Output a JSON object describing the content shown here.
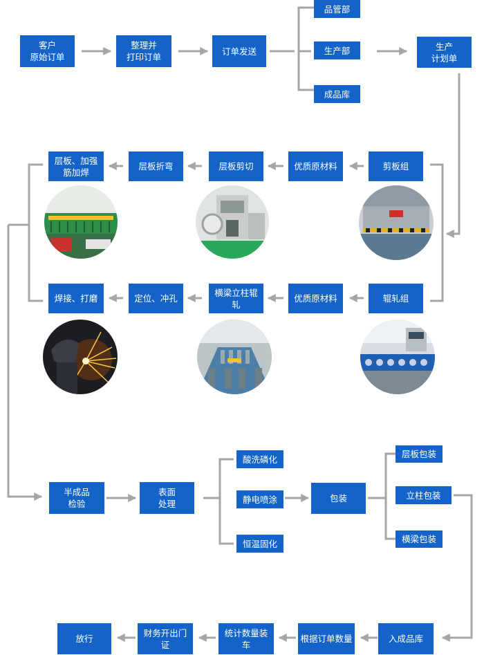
{
  "colors": {
    "box": "#1463c8",
    "box_text": "#ffffff",
    "connector": "#a6a6a6",
    "background": "#ffffff"
  },
  "boxes": {
    "customer_order": "客户\n原始订单",
    "sort_print": "整理并\n打印订单",
    "order_send": "订单发送",
    "qa_dept": "品管部",
    "production_dept": "生产部",
    "finished_store": "成品库",
    "production_plan": "生产\n计划单",
    "shear_group": "剪板组",
    "material_1": "优质原材料",
    "plate_shear": "层板剪切",
    "plate_bend": "层板折弯",
    "plate_weld": "层板、加强\n筋加焊",
    "roll_group": "辊轧组",
    "material_2": "优质原材料",
    "beam_roll": "横梁立柱辊轧",
    "position_punch": "定位、冲孔",
    "weld_grind": "焊接、打磨",
    "semi_inspect": "半成品\n检验",
    "surface": "表面\n处理",
    "pickling": "酸洗磷化",
    "spray": "静电喷涂",
    "curing": "恒温固化",
    "pack": "包装",
    "pack_plate": "层板包装",
    "pack_column": "立柱包装",
    "pack_beam": "横梁包装",
    "into_store": "入成品库",
    "by_order": "根据订单数量",
    "count_load": "统计数量装车",
    "finance": "财务开出门证",
    "release": "放行"
  },
  "photos": {
    "weld_machine": "welding-machine-photo",
    "press_machine": "press-machine-photo",
    "shear_machine": "shearing-machine-photo",
    "welding_sparks": "welding-sparks-photo",
    "roll_line": "roll-forming-line-photo",
    "roll_machine": "roll-forming-machine-photo"
  }
}
